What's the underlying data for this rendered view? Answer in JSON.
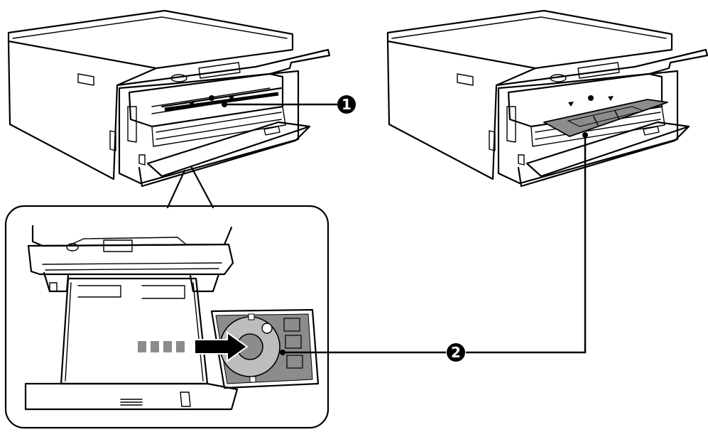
{
  "callouts": [
    {
      "number": "1",
      "target": "disc-tray-slot"
    },
    {
      "number": "2",
      "target": "cd-dvd-tray"
    }
  ],
  "colors": {
    "line": "#000000",
    "background": "#ffffff",
    "tray_fill": "#8c8c8c",
    "tray_highlight": "#bdbdbd",
    "arrow_fill": "#000000",
    "dash_fill": "#8c8c8c",
    "callout_fill": "#000000",
    "callout_text": "#ffffff"
  },
  "icons": {
    "insert_arrow": "arrow-right-icon",
    "tray_markers": "triangle-down-icon"
  }
}
